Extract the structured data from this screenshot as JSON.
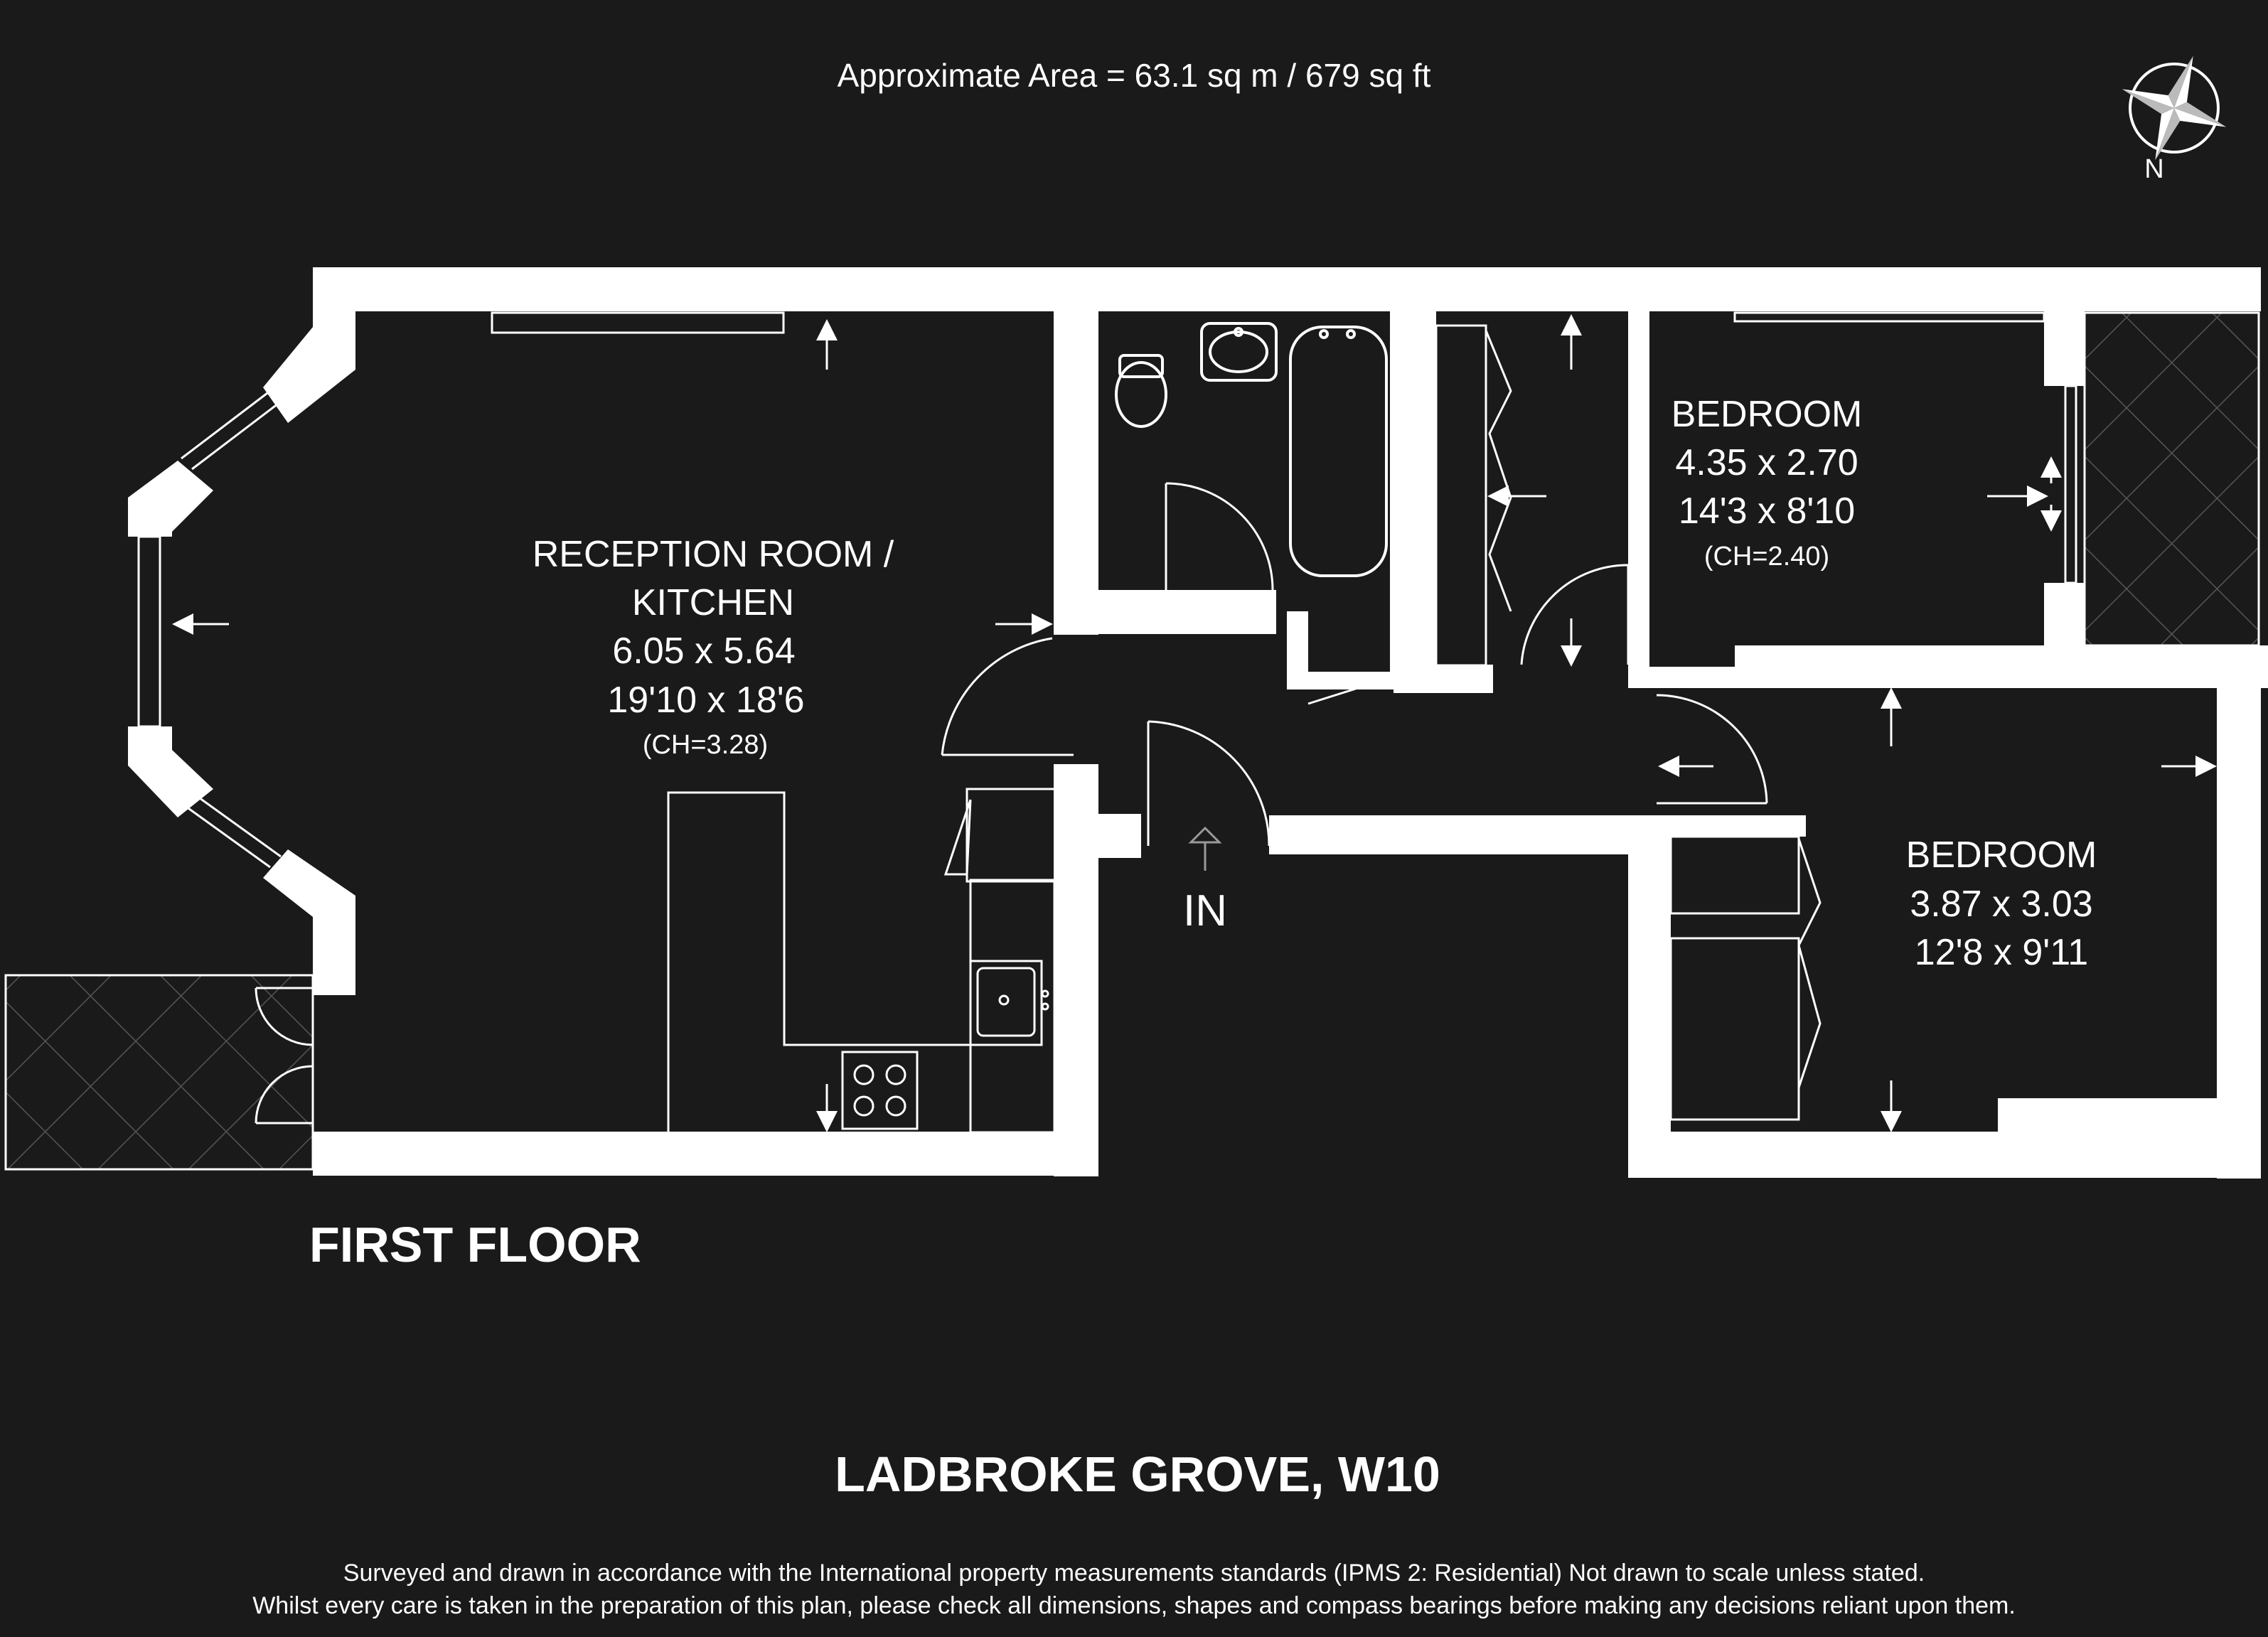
{
  "header": {
    "area": "Approximate Area = 63.1 sq m / 679 sq ft"
  },
  "compass": {
    "label": "N",
    "icon": "compass-rose-icon"
  },
  "rooms": {
    "reception": {
      "name_line1": "RECEPTION ROOM /",
      "name_line2": "KITCHEN",
      "metric": "6.05 x 5.64",
      "imperial": "19'10 x 18'6",
      "ceiling": "(CH=3.28)"
    },
    "bedroom1": {
      "name": "BEDROOM",
      "metric": "4.35 x 2.70",
      "imperial": "14'3 x 8'10",
      "ceiling": "(CH=2.40)"
    },
    "bedroom2": {
      "name": "BEDROOM",
      "metric": "3.87 x 3.03",
      "imperial": "12'8 x 9'11"
    }
  },
  "entrance": {
    "label": "IN"
  },
  "floor_label": "FIRST FLOOR",
  "property_name": "LADBROKE GROVE, W10",
  "disclaimer": {
    "line1": "Surveyed and drawn in accordance with the International property measurements standards (IPMS 2: Residential) Not drawn to scale unless stated.",
    "line2": "Whilst every care is taken in the preparation of this plan, please check all dimensions, shapes and compass bearings before making any decisions reliant upon them."
  },
  "colors": {
    "background": "#1a1a1a",
    "walls": "#ffffff",
    "fixtures": "#ffffff"
  }
}
